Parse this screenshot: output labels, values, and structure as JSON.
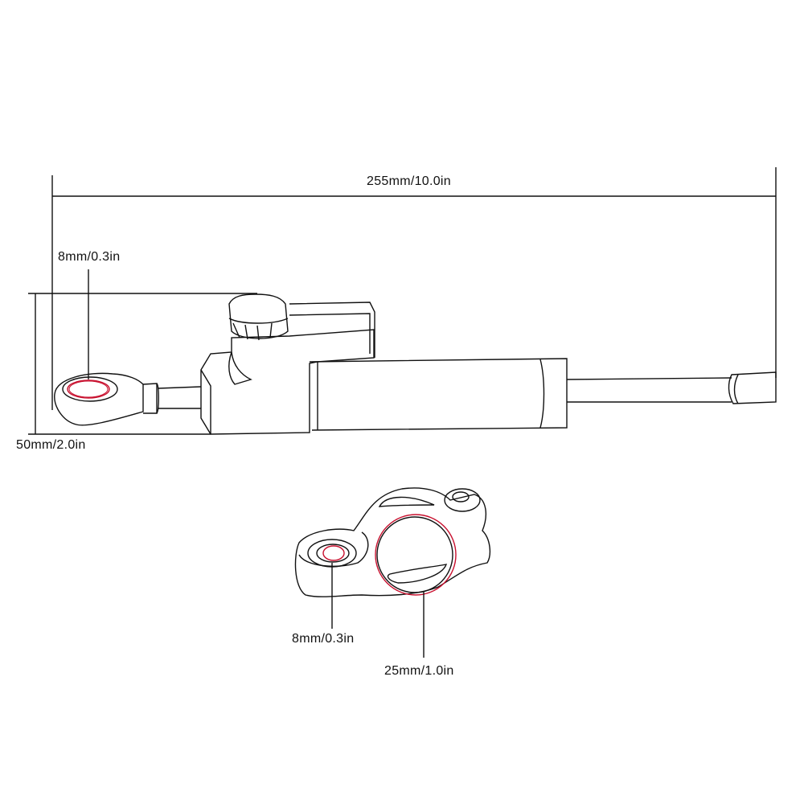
{
  "dimensions": {
    "overall_length": "255mm/10.0in",
    "rod_end_hole": "8mm/0.3in",
    "height": "50mm/2.0in",
    "clamp_small_hole": "8mm/0.3in",
    "clamp_bore": "25mm/1.0in"
  },
  "colors": {
    "line": "#111111",
    "highlight": "#c8102e",
    "background": "#ffffff"
  }
}
